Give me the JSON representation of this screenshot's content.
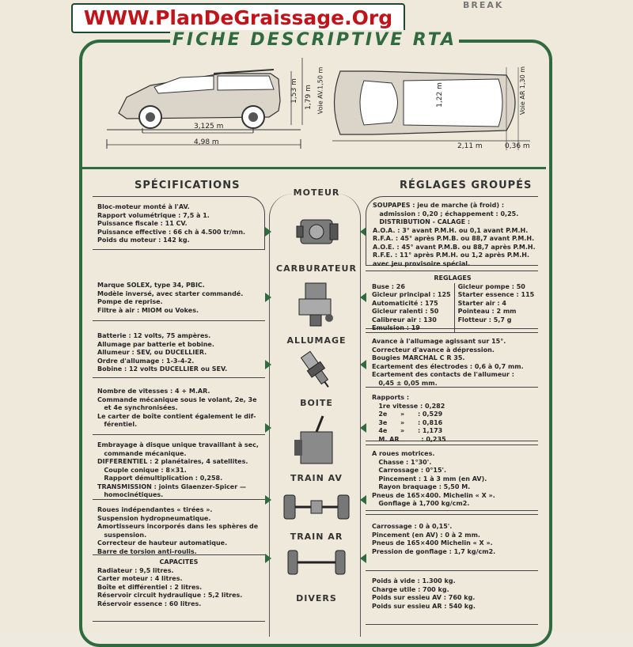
{
  "banner": "WWW.PlanDeGraissage.Org",
  "corner_label": "BREAK",
  "title": "FICHE  DESCRIPTIVE  RTA",
  "dimensions": {
    "wheelbase": "3,125 m",
    "length": "4,98 m",
    "height": "1,53 m",
    "height2": "1,79 m",
    "track_front": "Voie AV.1,50 m",
    "width_inner": "1,22 m",
    "track_rear": "Voie AR 1,30 m",
    "rear_len": "2,11 m",
    "overhang": "0,36 m"
  },
  "headings": {
    "left": "SPÉCIFICATIONS",
    "right": "RÉGLAGES GROUPÉS"
  },
  "sections": [
    "MOTEUR",
    "CARBURATEUR",
    "ALLUMAGE",
    "BOITE",
    "TRAIN AV",
    "TRAIN AR",
    "DIVERS"
  ],
  "left": {
    "moteur": [
      "Bloc-moteur monté à l'AV.",
      "Rapport volumétrique : 7,5 à 1.",
      "Puissance fiscale : 11 CV.",
      "Puissance effective : 66 ch à 4.500 tr/mn.",
      "Poids du moteur : 142 kg."
    ],
    "carburateur": [
      "Marque SOLEX, type 34, PBIC.",
      "Modèle inversé, avec starter commandé.",
      "Pompe de reprise.",
      "Filtre à air : MIOM ou Vokes."
    ],
    "allumage": [
      "Batterie : 12 volts, 75 ampères.",
      "Allumage par batterie et bobine.",
      "Allumeur : SEV, ou DUCELLIER.",
      "Ordre d'allumage : 1-3-4-2.",
      "Bobine : 12 volts DUCELLIER ou SEV."
    ],
    "boite": [
      "Nombre de vitesses : 4 + M.AR.",
      "Commande mécanique sous le volant, 2e, 3e",
      "   et 4e synchronisées.",
      "Le carter de boîte contient également le dif-",
      "   férentiel."
    ],
    "train_av": [
      "Embrayage à disque unique travaillant à sec,",
      "   commande mécanique.",
      "DIFFERENTIEL : 2 planétaires, 4 satellites.",
      "   Couple conique : 8×31.",
      "   Rapport démultiplication : 0,258.",
      "TRANSMISSION : joints Glaenzer-Spicer —",
      "   homocinétiques."
    ],
    "train_ar": [
      "Roues indépendantes « tirées ».",
      "Suspension hydropneumatique.",
      "Amortisseurs incorporés dans les sphères de",
      "   suspension.",
      "Correcteur de hauteur automatique.",
      "Barre de torsion anti-roulis."
    ],
    "divers_title": "CAPACITES",
    "divers": [
      "Radiateur : 9,5 litres.",
      "Carter moteur : 4 litres.",
      "Boîte et différentiel : 2 litres.",
      "Réservoir circuit hydraulique : 5,2 litres.",
      "Réservoir essence : 60 litres."
    ]
  },
  "right": {
    "moteur": [
      "SOUPAPES : jeu de marche (à froid) :",
      "   admission : 0,20 ; échappement : 0,25.",
      "   DISTRIBUTION - CALAGE :",
      "A.O.A. : 3° avant P.M.H. ou 0,1 avant P.M.H.",
      "R.F.A. : 45° après P.M.B. ou 88,7 avant P.M.H.",
      "A.O.E. : 45° avant P.M.B. ou 88,7 après P.M.H.",
      "R.F.E. : 11° après P.M.H. ou 1,2 après P.M.H.",
      "avec jeu provisoire spécial."
    ],
    "carburateur_title": "REGLAGES",
    "carburateur_left": [
      "Buse : 26",
      "Gicleur principal : 125",
      "Automaticité : 175",
      "Gicleur ralenti : 50",
      "Calibreur air : 130",
      "Emulsion : 19"
    ],
    "carburateur_right": [
      "Gicleur pompe : 50",
      "Starter essence : 115",
      "Starter air : 4",
      "Pointeau : 2 mm",
      "Flotteur : 5,7 g"
    ],
    "allumage": [
      "Avance à l'allumage agissant sur 15°.",
      "Correcteur d'avance à dépression.",
      "Bougies MARCHAL C R 35.",
      "Ecartement des électrodes : 0,6 à 0,7 mm.",
      "Ecartement des contacts de l'allumeur :",
      "   0,45 ± 0,05 mm."
    ],
    "boite": [
      "Rapports :",
      "   1re vitesse : 0,282",
      "   2e      »      : 0,529",
      "   3e      »      : 0,816",
      "   4e      »      : 1,173",
      "   M. AR          : 0,235"
    ],
    "train_av": [
      "A roues motrices.",
      "   Chasse : 1°30'.",
      "   Carrossage : 0°15'.",
      "   Pincement : 1 à 3 mm (en AV).",
      "   Rayon braquage : 5,50 M.",
      "Pneus de 165×400. Michelin « X ».",
      "   Gonflage à 1,700 kg/cm2."
    ],
    "train_ar": [
      "Carrossage : 0 à 0,15'.",
      "Pincement (en AV) : 0 à 2 mm.",
      "Pneus de 165×400 Michelin « X ».",
      "Pression de gonflage : 1,7 kg/cm2."
    ],
    "divers": [
      "Poids à vide : 1.300 kg.",
      "Charge utile : 700 kg.",
      "Poids sur essieu AV : 760 kg.",
      "Poids sur essieu AR : 540 kg."
    ]
  }
}
